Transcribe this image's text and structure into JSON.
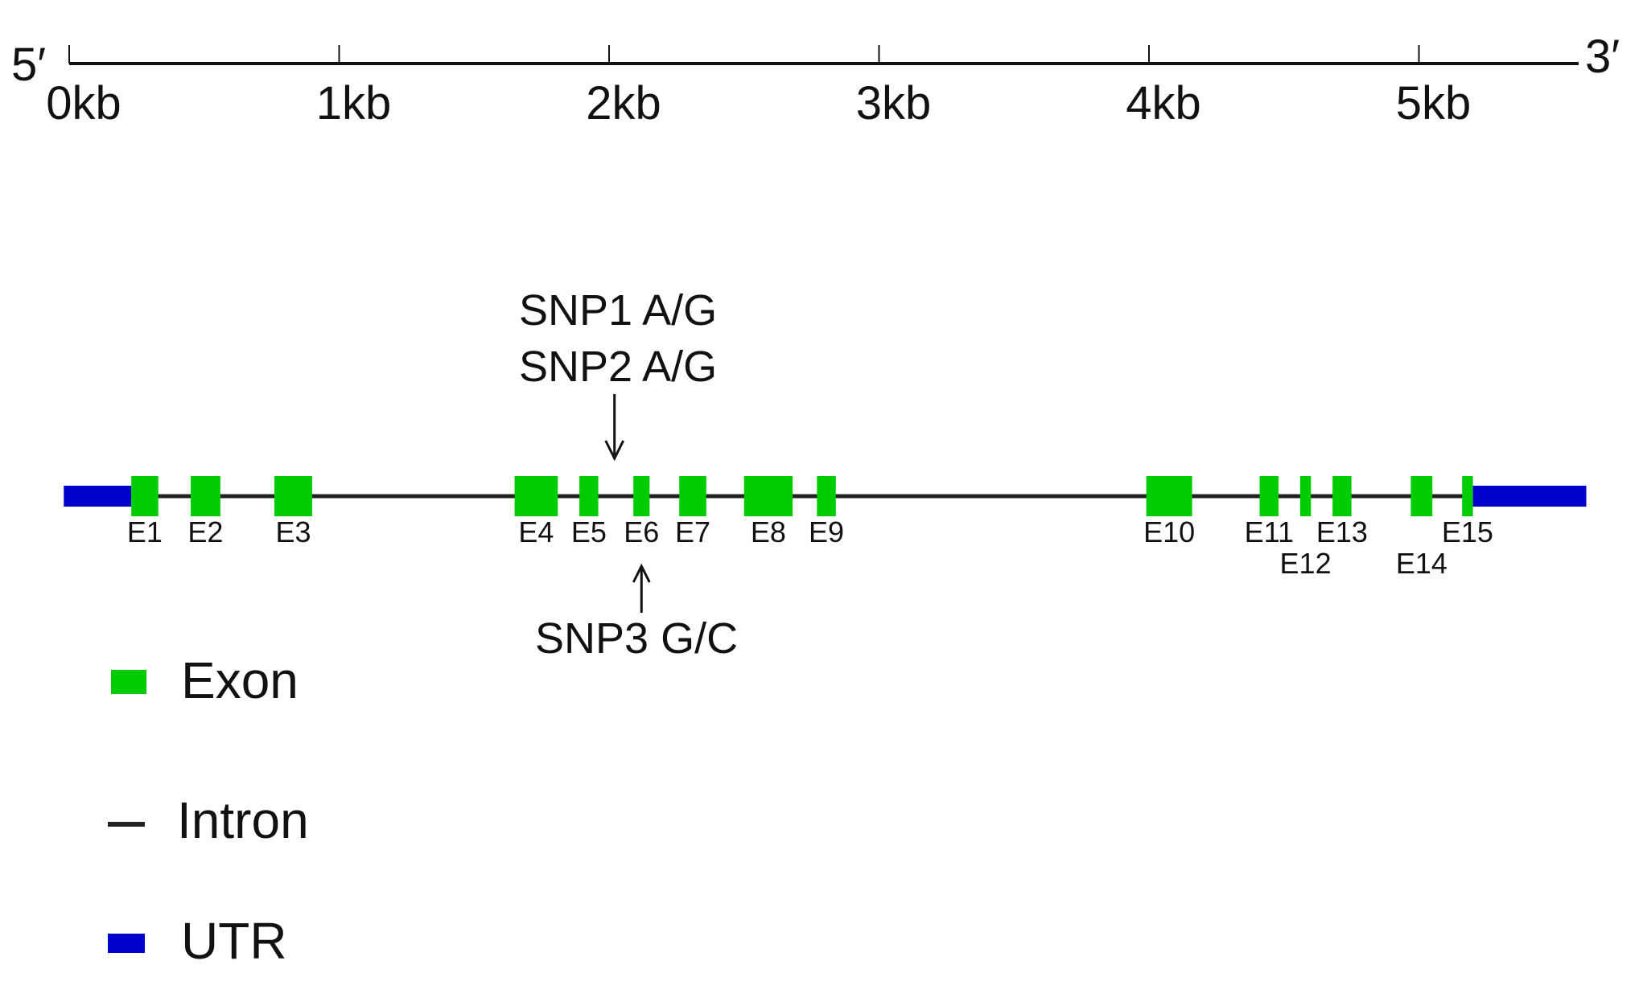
{
  "scale": {
    "five_prime": "5′",
    "three_prime": "3′",
    "ticks": [
      {
        "kb": 0,
        "label": "0kb"
      },
      {
        "kb": 1,
        "label": "1kb"
      },
      {
        "kb": 2,
        "label": "2kb"
      },
      {
        "kb": 3,
        "label": "3kb"
      },
      {
        "kb": 4,
        "label": "4kb"
      },
      {
        "kb": 5,
        "label": "5kb"
      }
    ],
    "max_kb": 5.6
  },
  "gene": {
    "utr_5": {
      "start_kb": -0.02,
      "end_kb": 0.23
    },
    "utr_3": {
      "start_kb": 5.2,
      "end_kb": 5.62
    },
    "exons": [
      {
        "label": "E1",
        "start_kb": 0.23,
        "end_kb": 0.33
      },
      {
        "label": "E2",
        "start_kb": 0.45,
        "end_kb": 0.56
      },
      {
        "label": "E3",
        "start_kb": 0.76,
        "end_kb": 0.9
      },
      {
        "label": "E4",
        "start_kb": 1.65,
        "end_kb": 1.81
      },
      {
        "label": "E5",
        "start_kb": 1.89,
        "end_kb": 1.96
      },
      {
        "label": "E6",
        "start_kb": 2.09,
        "end_kb": 2.15
      },
      {
        "label": "E7",
        "start_kb": 2.26,
        "end_kb": 2.36
      },
      {
        "label": "E8",
        "start_kb": 2.5,
        "end_kb": 2.68
      },
      {
        "label": "E9",
        "start_kb": 2.77,
        "end_kb": 2.84
      },
      {
        "label": "E10",
        "start_kb": 3.99,
        "end_kb": 4.16
      },
      {
        "label": "E11",
        "start_kb": 4.41,
        "end_kb": 4.48
      },
      {
        "label": "E12",
        "start_kb": 4.56,
        "end_kb": 4.6,
        "label_row": 2
      },
      {
        "label": "E13",
        "start_kb": 4.68,
        "end_kb": 4.75
      },
      {
        "label": "E14",
        "start_kb": 4.97,
        "end_kb": 5.05,
        "label_row": 2
      },
      {
        "label": "E15",
        "start_kb": 5.16,
        "end_kb": 5.2
      }
    ],
    "snps_above": {
      "lines": [
        "SNP1 A/G",
        "SNP2 A/G"
      ],
      "position_kb": 2.02
    },
    "snps_below": {
      "lines": [
        "SNP3 G/C"
      ],
      "position_kb": 2.12
    }
  },
  "legend": {
    "items": [
      {
        "key": "exon",
        "label": "Exon"
      },
      {
        "key": "intron",
        "label": "Intron"
      },
      {
        "key": "utr",
        "label": "UTR"
      }
    ]
  },
  "colors": {
    "exon": "#00cc00",
    "intron": "#222222",
    "utr": "#0000cc",
    "text": "#111111"
  }
}
